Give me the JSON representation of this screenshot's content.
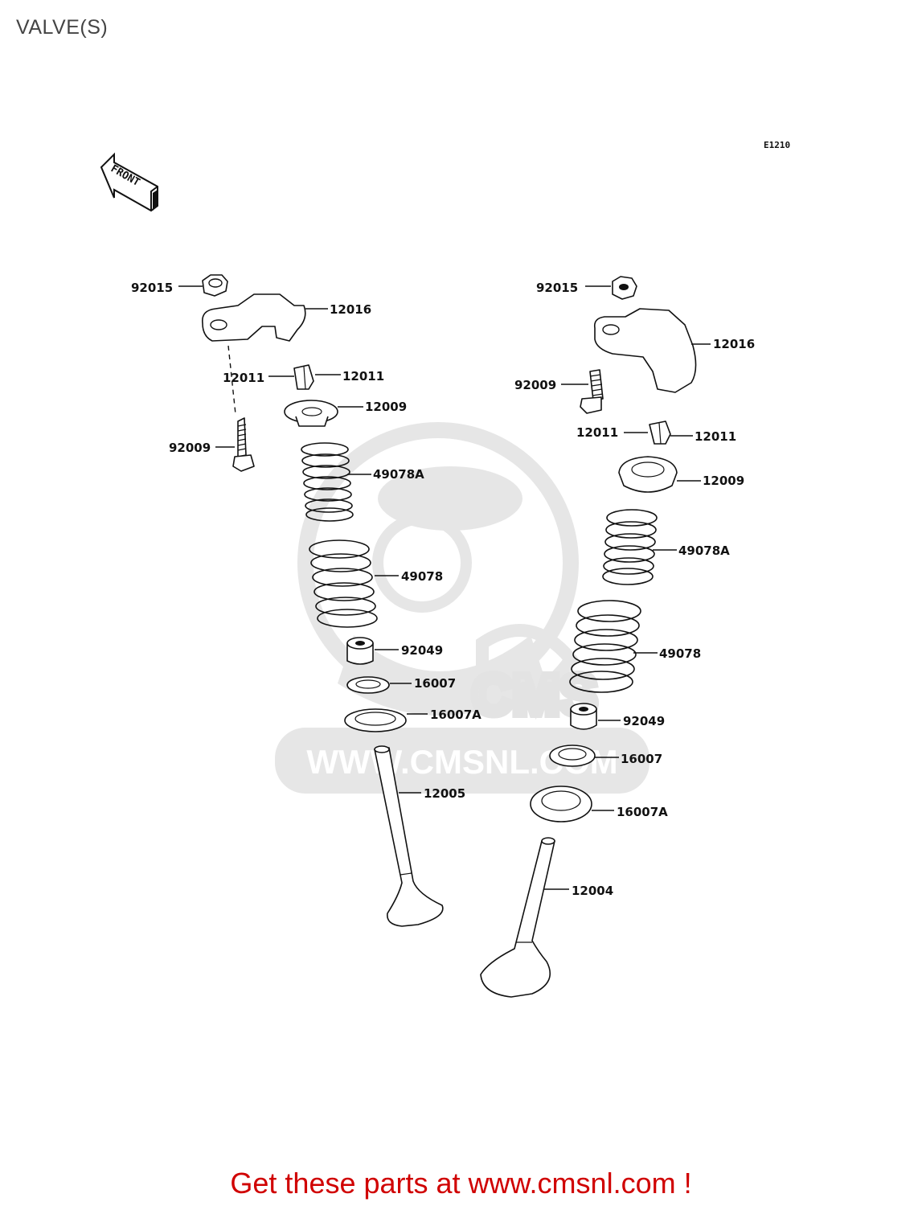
{
  "page": {
    "title": "VALVE(S)",
    "cta": "Get these parts at www.cmsnl.com !"
  },
  "diagram": {
    "code": "E1210",
    "front_label": "FRONT",
    "watermark_url": "WWW.CMSNL.COM",
    "watermark_logo": "CMS"
  },
  "parts": {
    "left": {
      "nut": "92015",
      "rocker": "12016",
      "cotter_a": "12011",
      "cotter_b": "12011",
      "retainer": "12009",
      "screw": "92009",
      "spring_inner": "49078A",
      "spring_outer": "49078",
      "seal": "92049",
      "seat": "16007",
      "seat_a": "16007A",
      "valve": "12005"
    },
    "right": {
      "nut": "92015",
      "rocker": "12016",
      "screw": "92009",
      "cotter_a": "12011",
      "cotter_b": "12011",
      "retainer": "12009",
      "spring_inner": "49078A",
      "spring_outer": "49078",
      "seal": "92049",
      "seat": "16007",
      "seat_a": "16007A",
      "valve": "12004"
    }
  },
  "colors": {
    "cta": "#d00000",
    "watermark": "#e6e6e6",
    "ink": "#111111"
  }
}
